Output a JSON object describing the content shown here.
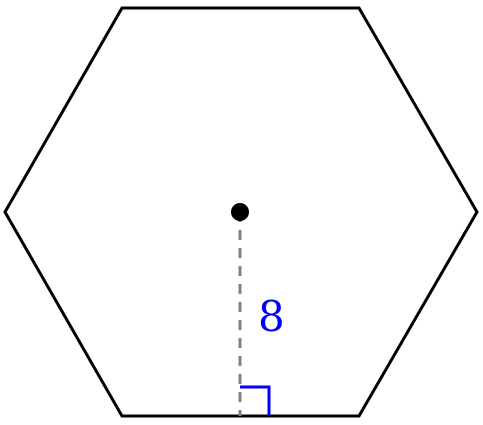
{
  "shape": {
    "type": "regular-hexagon",
    "stroke_color": "#000000"
  },
  "center_dot": {
    "color": "#000000"
  },
  "apothem": {
    "label": "8",
    "line_style": "dashed",
    "line_color": "#808080",
    "label_color": "#0000ff"
  },
  "right_angle_marker": {
    "color": "#0000ff"
  }
}
